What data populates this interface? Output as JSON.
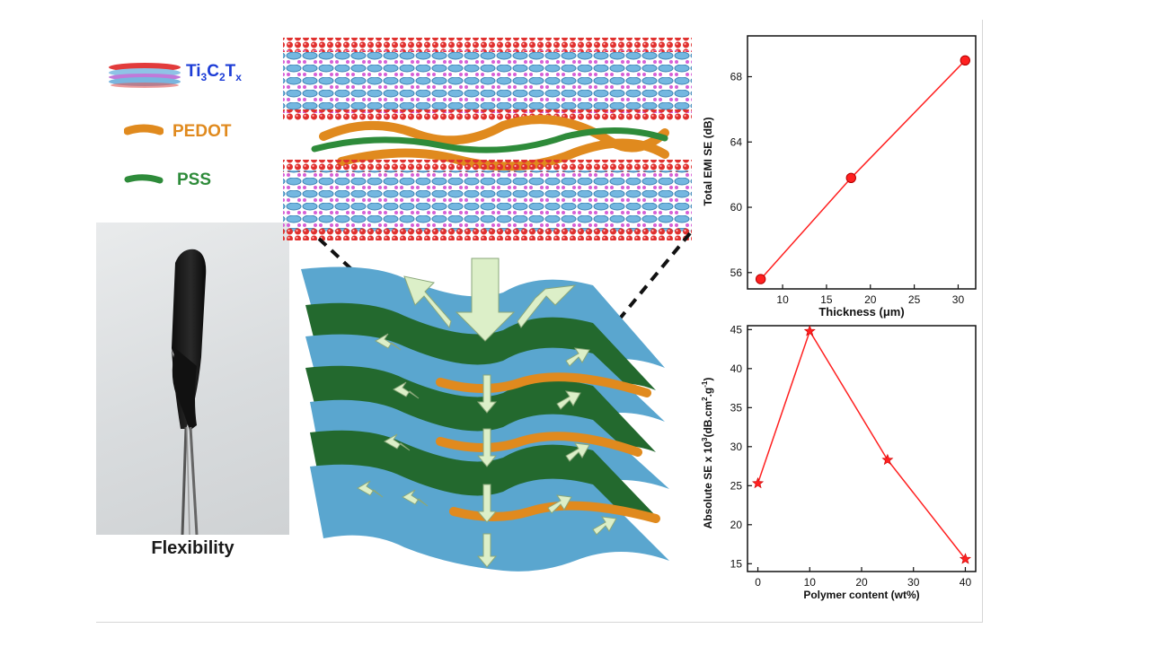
{
  "legend": {
    "mxene": {
      "prefix": "Ti",
      "s1": "3",
      "mid": "C",
      "s2": "2",
      "t": "T",
      "s3": "x"
    },
    "pedot": "PEDOT",
    "pss": "PSS"
  },
  "photo_caption": "Flexibility",
  "colors": {
    "mxene_label": "#1c3cd6",
    "pedot": "#e08a1e",
    "pss": "#2e8b3a",
    "sheet_blue": "#5aa6cf",
    "sheet_green": "#23692e",
    "arrow_fill": "#dcefc8",
    "marker_red": "#ff2020"
  },
  "chart_data": [
    {
      "type": "line",
      "marker": "circle",
      "x": [
        7.5,
        17.8,
        30.8
      ],
      "y": [
        55.6,
        61.8,
        69.0
      ],
      "xlabel_main": "Thickness ",
      "xlabel_unit": "(μm)",
      "ylabel": "Total EMI SE (dB)",
      "xlim": [
        6,
        32
      ],
      "ylim": [
        55,
        70.5
      ],
      "xticks": [
        10,
        15,
        20,
        25,
        30
      ],
      "yticks": [
        56,
        60,
        64,
        68
      ]
    },
    {
      "type": "line",
      "marker": "star",
      "x": [
        0,
        10,
        25,
        40
      ],
      "y": [
        25.3,
        44.8,
        28.3,
        15.6
      ],
      "xlabel": "Polymer content (wt%)",
      "ylabel_main": "Absolute SE x 10",
      "ylabel_exp": "3",
      "ylabel_unit_a": "(dB.cm",
      "ylabel_unit_b": "2",
      "ylabel_unit_c": ".g",
      "ylabel_unit_d": "-1",
      "ylabel_unit_e": ")",
      "xlim": [
        -2,
        42
      ],
      "ylim": [
        14,
        45.5
      ],
      "xticks": [
        0,
        10,
        20,
        30,
        40
      ],
      "yticks": [
        15,
        20,
        25,
        30,
        35,
        40,
        45
      ]
    }
  ]
}
